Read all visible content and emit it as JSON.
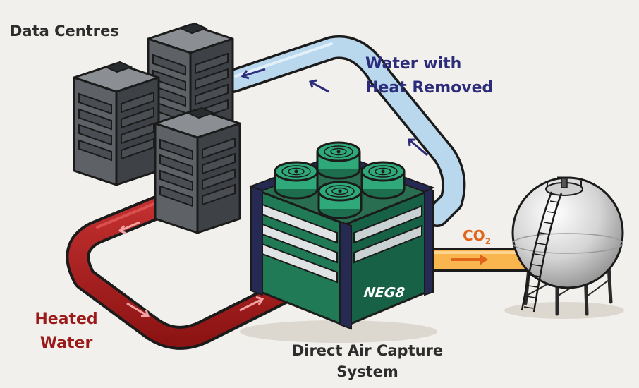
{
  "labels": {
    "data_centres": "Data Centres",
    "cool_water_line1": "Water with",
    "cool_water_line2": "Heat Removed",
    "heated_water_line1": "Heated",
    "heated_water_line2": "Water",
    "dac_line1": "Direct Air Capture",
    "dac_line2": "System",
    "co2_base": "CO",
    "co2_sub": "2",
    "brand": "NEG8"
  },
  "icons": [
    "server-tower-icon",
    "fan-icon",
    "storage-tank-icon",
    "flow-arrow-icon"
  ],
  "colors": {
    "cool_pipe": "#b9d8ee",
    "hot_pipe": "#a81e1e",
    "co2_pipe": "#f9b64f",
    "dac_body": "#1f7a55",
    "dac_frame": "#262a52",
    "fan": "#2fa87a",
    "server": "#4c5054",
    "tank": "#d9d9d9"
  }
}
